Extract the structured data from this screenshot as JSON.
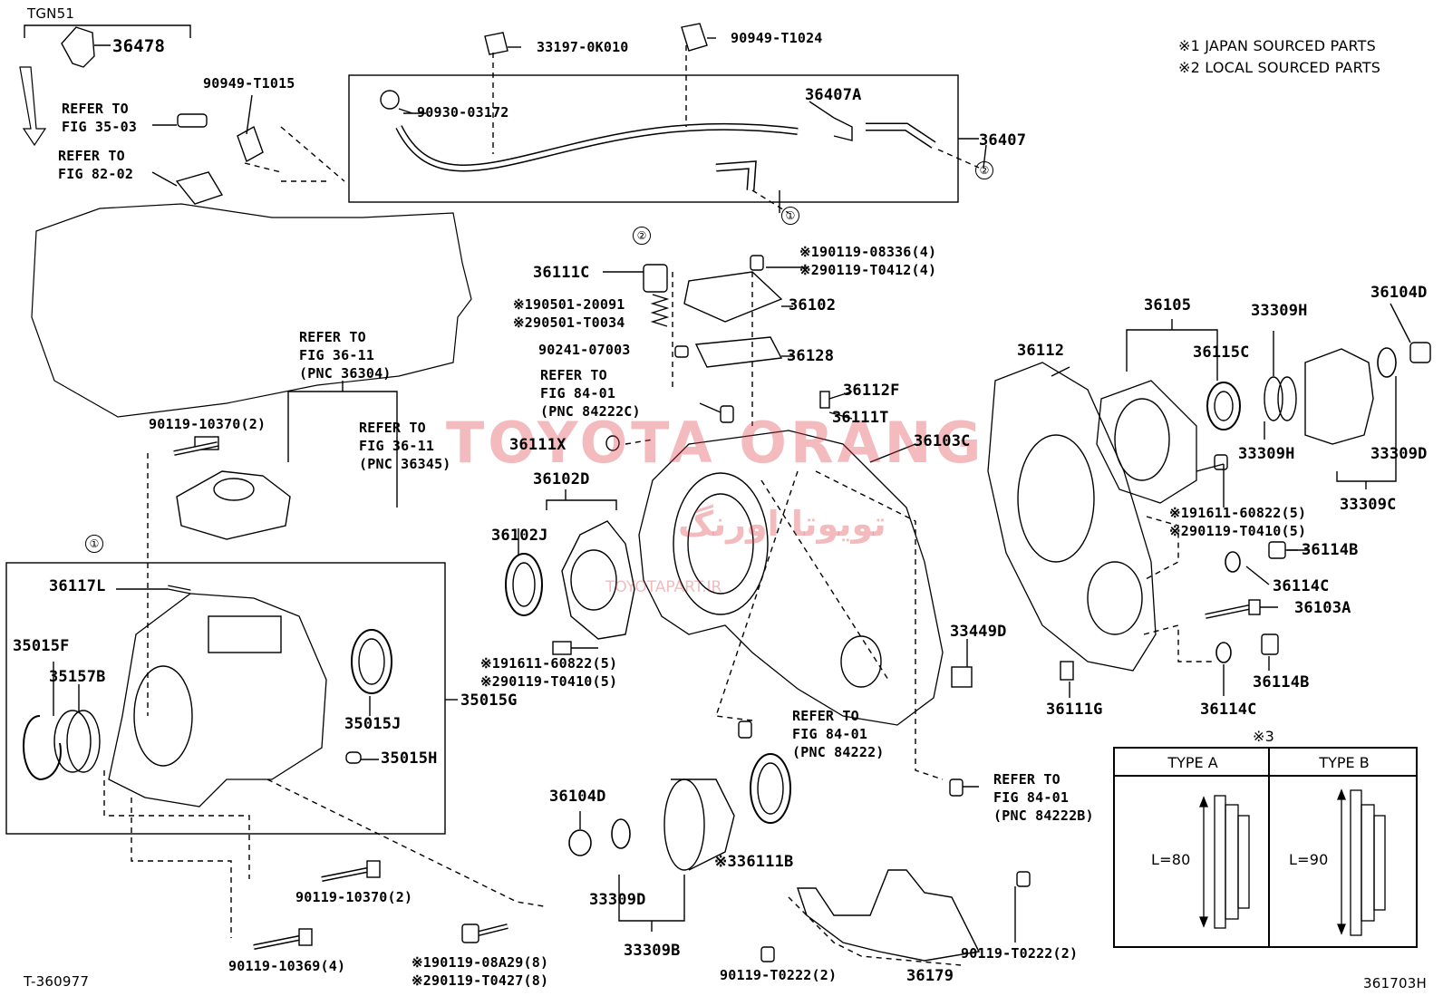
{
  "header": {
    "model": "TGN51",
    "notes": [
      "※1 JAPAN SOURCED PARTS",
      "※2 LOCAL SOURCED PARTS"
    ]
  },
  "watermark": {
    "main": "TOYOTA ORANG",
    "persian": "تویوتا اورنگ",
    "site": "TOYOTAPART.IR"
  },
  "labels": {
    "p36478": "36478",
    "p33197": "33197-0K010",
    "p90949_t1024": "90949-T1024",
    "p90949_t1015": "90949-T1015",
    "refer3503": "REFER TO\nFIG 35-03",
    "refer8202": "REFER TO\nFIG 82-02",
    "p90930": "90930-03172",
    "p36407a": "36407A",
    "p36407": "36407",
    "p36111c": "36111C",
    "p190119_08336": "※190119-08336(4)",
    "p290119_t0412": "※290119-T0412(4)",
    "p190501": "※190501-20091",
    "p290501": "※290501-T0034",
    "p36102": "36102",
    "p90241": "90241-07003",
    "p36128": "36128",
    "refer8401c": "REFER TO\nFIG 84-01\n(PNC 84222C)",
    "p36112f": "36112F",
    "p36111t": "36111T",
    "p36111x": "36111X",
    "p36103c": "36103C",
    "refer3611_a": "REFER TO\nFIG 36-11\n(PNC 36304)",
    "refer3611_b": "REFER TO\nFIG 36-11\n(PNC 36345)",
    "p90119_10370_top": "90119-10370(2)",
    "p36102d": "36102D",
    "p36102j": "36102J",
    "p36117l": "36117L",
    "p35015f": "35015F",
    "p35157b": "35157B",
    "p35015j": "35015J",
    "p35015g": "35015G",
    "p35015h": "35015H",
    "p191611_mid": "※191611-60822(5)",
    "p290119_t0410_mid": "※290119-T0410(5)",
    "p36105": "36105",
    "p33309h_top": "33309H",
    "p36104d_top": "36104D",
    "p36112": "36112",
    "p36115c": "36115C",
    "p33309h_bot": "33309H",
    "p33309d_right": "33309D",
    "p33309c": "33309C",
    "p191611_right": "※191611-60822(5)",
    "p290119_t0410_right": "※290119-T0410(5)",
    "p36114b_top": "36114B",
    "p36114c_top": "36114C",
    "p36103a": "36103A",
    "p33449d": "33449D",
    "p36111g": "36111G",
    "p36114b_bot": "36114B",
    "p36114c_bot": "36114C",
    "refer8401": "REFER TO\nFIG 84-01\n(PNC 84222)",
    "refer8401b": "REFER TO\nFIG 84-01\n(PNC 84222B)",
    "p36104d_bot": "36104D",
    "p36111b": "※336111B",
    "p33309d_bot": "33309D",
    "p33309b": "33309B",
    "p90119_10370_bot": "90119-10370(2)",
    "p90119_10369": "90119-10369(4)",
    "p190119_08a29": "※190119-08A29(8)",
    "p290119_t0427": "※290119-T0427(8)",
    "p90119_t0222_left": "90119-T0222(2)",
    "p36179": "36179",
    "p90119_t0222_right": "90119-T0222(2)",
    "circle1": "①",
    "circle2": "②"
  },
  "type_table": {
    "mark": "※3",
    "cols": [
      {
        "header": "TYPE A",
        "length": "L=80"
      },
      {
        "header": "TYPE B",
        "length": "L=90"
      }
    ]
  },
  "footer": {
    "left_code": "T-360977",
    "right_code": "361703H"
  }
}
